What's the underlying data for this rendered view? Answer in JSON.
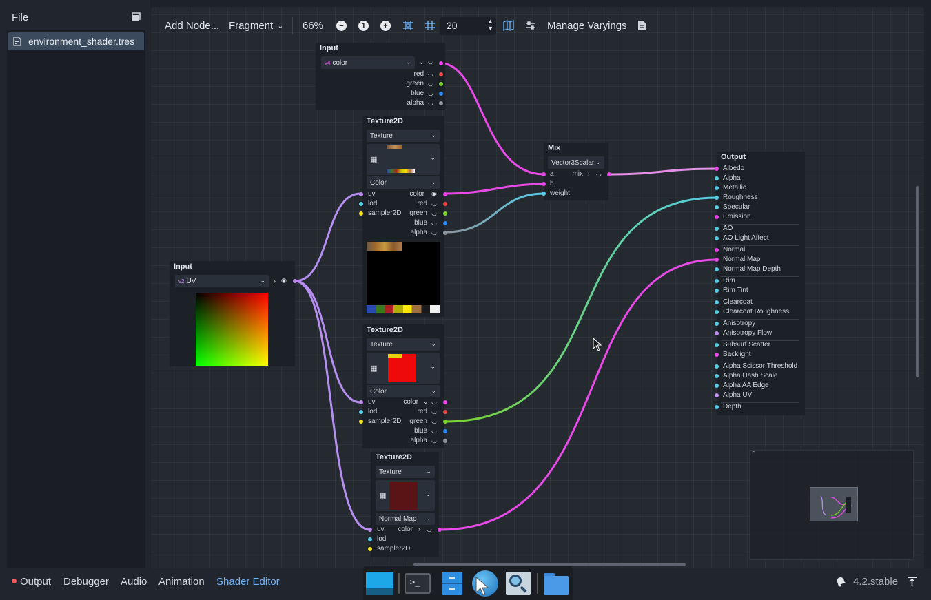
{
  "left_panel": {
    "file_menu": "File",
    "files": [
      {
        "name": "environment_shader.tres"
      }
    ]
  },
  "toolbar": {
    "add_node": "Add Node...",
    "mode": "Fragment",
    "zoom": "66%",
    "zoom_reset": "1",
    "snap_distance": "20",
    "manage_varyings": "Manage Varyings"
  },
  "nodes": {
    "input_color": {
      "title": "Input",
      "type": "color",
      "ports": [
        "red",
        "green",
        "blue",
        "alpha"
      ]
    },
    "input_uv": {
      "title": "Input",
      "type": "UV"
    },
    "texture_a": {
      "title": "Texture2D",
      "source": "Texture",
      "texture_type": "Color",
      "inputs": [
        "uv",
        "lod",
        "sampler2D"
      ],
      "outputs": [
        "color",
        "red",
        "green",
        "blue",
        "alpha"
      ]
    },
    "texture_b": {
      "title": "Texture2D",
      "source": "Texture",
      "texture_type": "Color",
      "inputs": [
        "uv",
        "lod",
        "sampler2D"
      ],
      "outputs": [
        "color",
        "red",
        "green",
        "blue",
        "alpha"
      ]
    },
    "texture_c": {
      "title": "Texture2D",
      "source": "Texture",
      "texture_type": "Normal Map",
      "inputs": [
        "uv",
        "lod",
        "sampler2D"
      ],
      "outputs": [
        "color"
      ]
    },
    "mix": {
      "title": "Mix",
      "op_type": "Vector3Scalar",
      "inputs": [
        "a",
        "b",
        "weight"
      ],
      "output": "mix"
    },
    "output": {
      "title": "Output",
      "ports": [
        "Albedo",
        "Alpha",
        "Metallic",
        "Roughness",
        "Specular",
        "Emission",
        "AO",
        "AO Light Affect",
        "Normal",
        "Normal Map",
        "Normal Map Depth",
        "Rim",
        "Rim Tint",
        "Clearcoat",
        "Clearcoat Roughness",
        "Anisotropy",
        "Anisotropy Flow",
        "Subsurf Scatter",
        "Backlight",
        "Alpha Scissor Threshold",
        "Alpha Hash Scale",
        "Alpha AA Edge",
        "Alpha UV",
        "Depth"
      ]
    }
  },
  "bottom_tabs": [
    "Output",
    "Debugger",
    "Audio",
    "Animation",
    "Shader Editor"
  ],
  "active_tab": "Shader Editor",
  "version": "4.2.stable",
  "colors": {
    "accent": "#6fb1f5",
    "port_vec4": "#ea44ea",
    "port_scalar_red": "#ee4a4a",
    "port_scalar_green": "#7ad52b",
    "port_scalar_blue": "#2f89f3",
    "port_scalar_gray": "#8f959d",
    "port_vec2": "#c08cf0",
    "port_scalar_in": "#54cde8",
    "port_sampler": "#f1e21d"
  }
}
